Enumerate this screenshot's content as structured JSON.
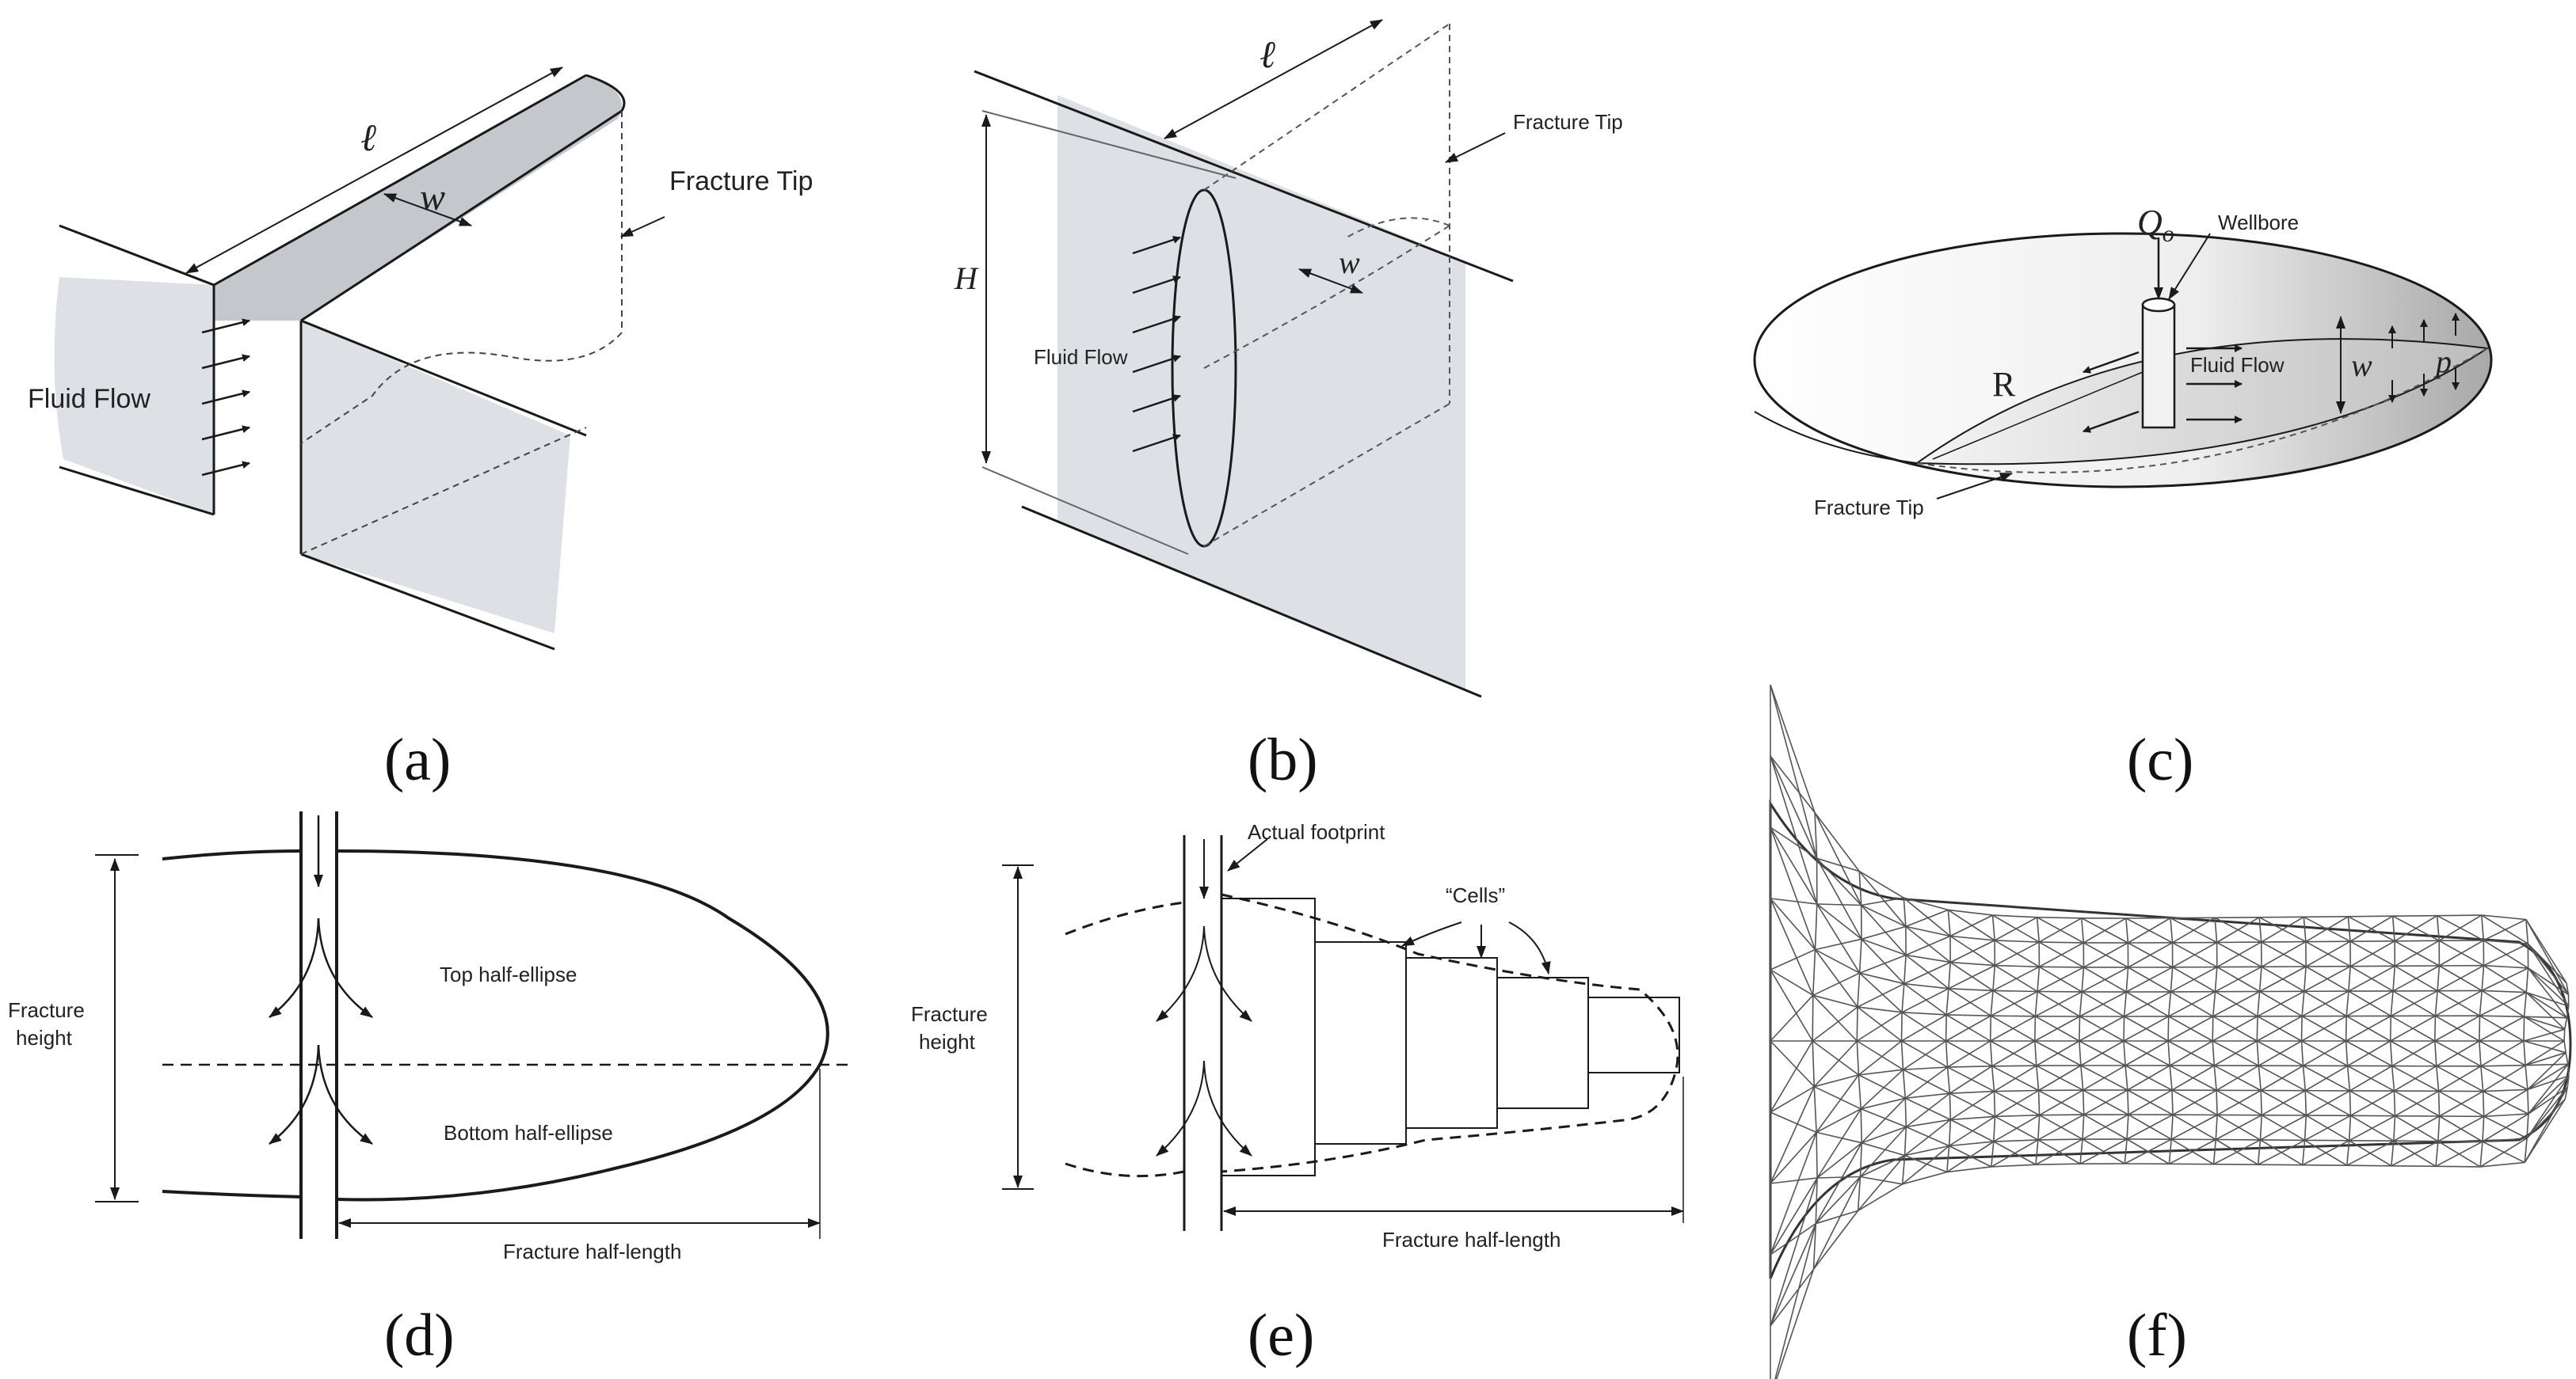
{
  "panels": {
    "a": {
      "label": "(a)",
      "fluid_flow": "Fluid Flow",
      "fracture_tip": "Fracture Tip",
      "length_symbol": "ℓ",
      "width_symbol": "w"
    },
    "b": {
      "label": "(b)",
      "fluid_flow": "Fluid Flow",
      "fracture_tip": "Fracture Tip",
      "length_symbol": "ℓ",
      "width_symbol": "w",
      "height_symbol": "H"
    },
    "c": {
      "label": "(c)",
      "flow_rate_symbol": "Q",
      "flow_rate_subscript": "o",
      "wellbore": "Wellbore",
      "fluid_flow": "Fluid Flow",
      "radius_symbol": "R",
      "width_symbol": "w",
      "pressure_symbol": "p",
      "fracture_tip": "Fracture Tip"
    },
    "d": {
      "label": "(d)",
      "fracture_height_line1": "Fracture",
      "fracture_height_line2": "height",
      "top_half": "Top half-ellipse",
      "bottom_half": "Bottom half-ellipse",
      "half_length": "Fracture half-length"
    },
    "e": {
      "label": "(e)",
      "actual_footprint": "Actual footprint",
      "cells": "“Cells”",
      "fracture_height_line1": "Fracture",
      "fracture_height_line2": "height",
      "half_length": "Fracture half-length"
    },
    "f": {
      "label": "(f)"
    }
  },
  "colors": {
    "line": "#1a1a1a",
    "fracture_face": "#dde1e5",
    "fracture_face_dark": "#c4c8cc",
    "mesh": "#555555"
  }
}
